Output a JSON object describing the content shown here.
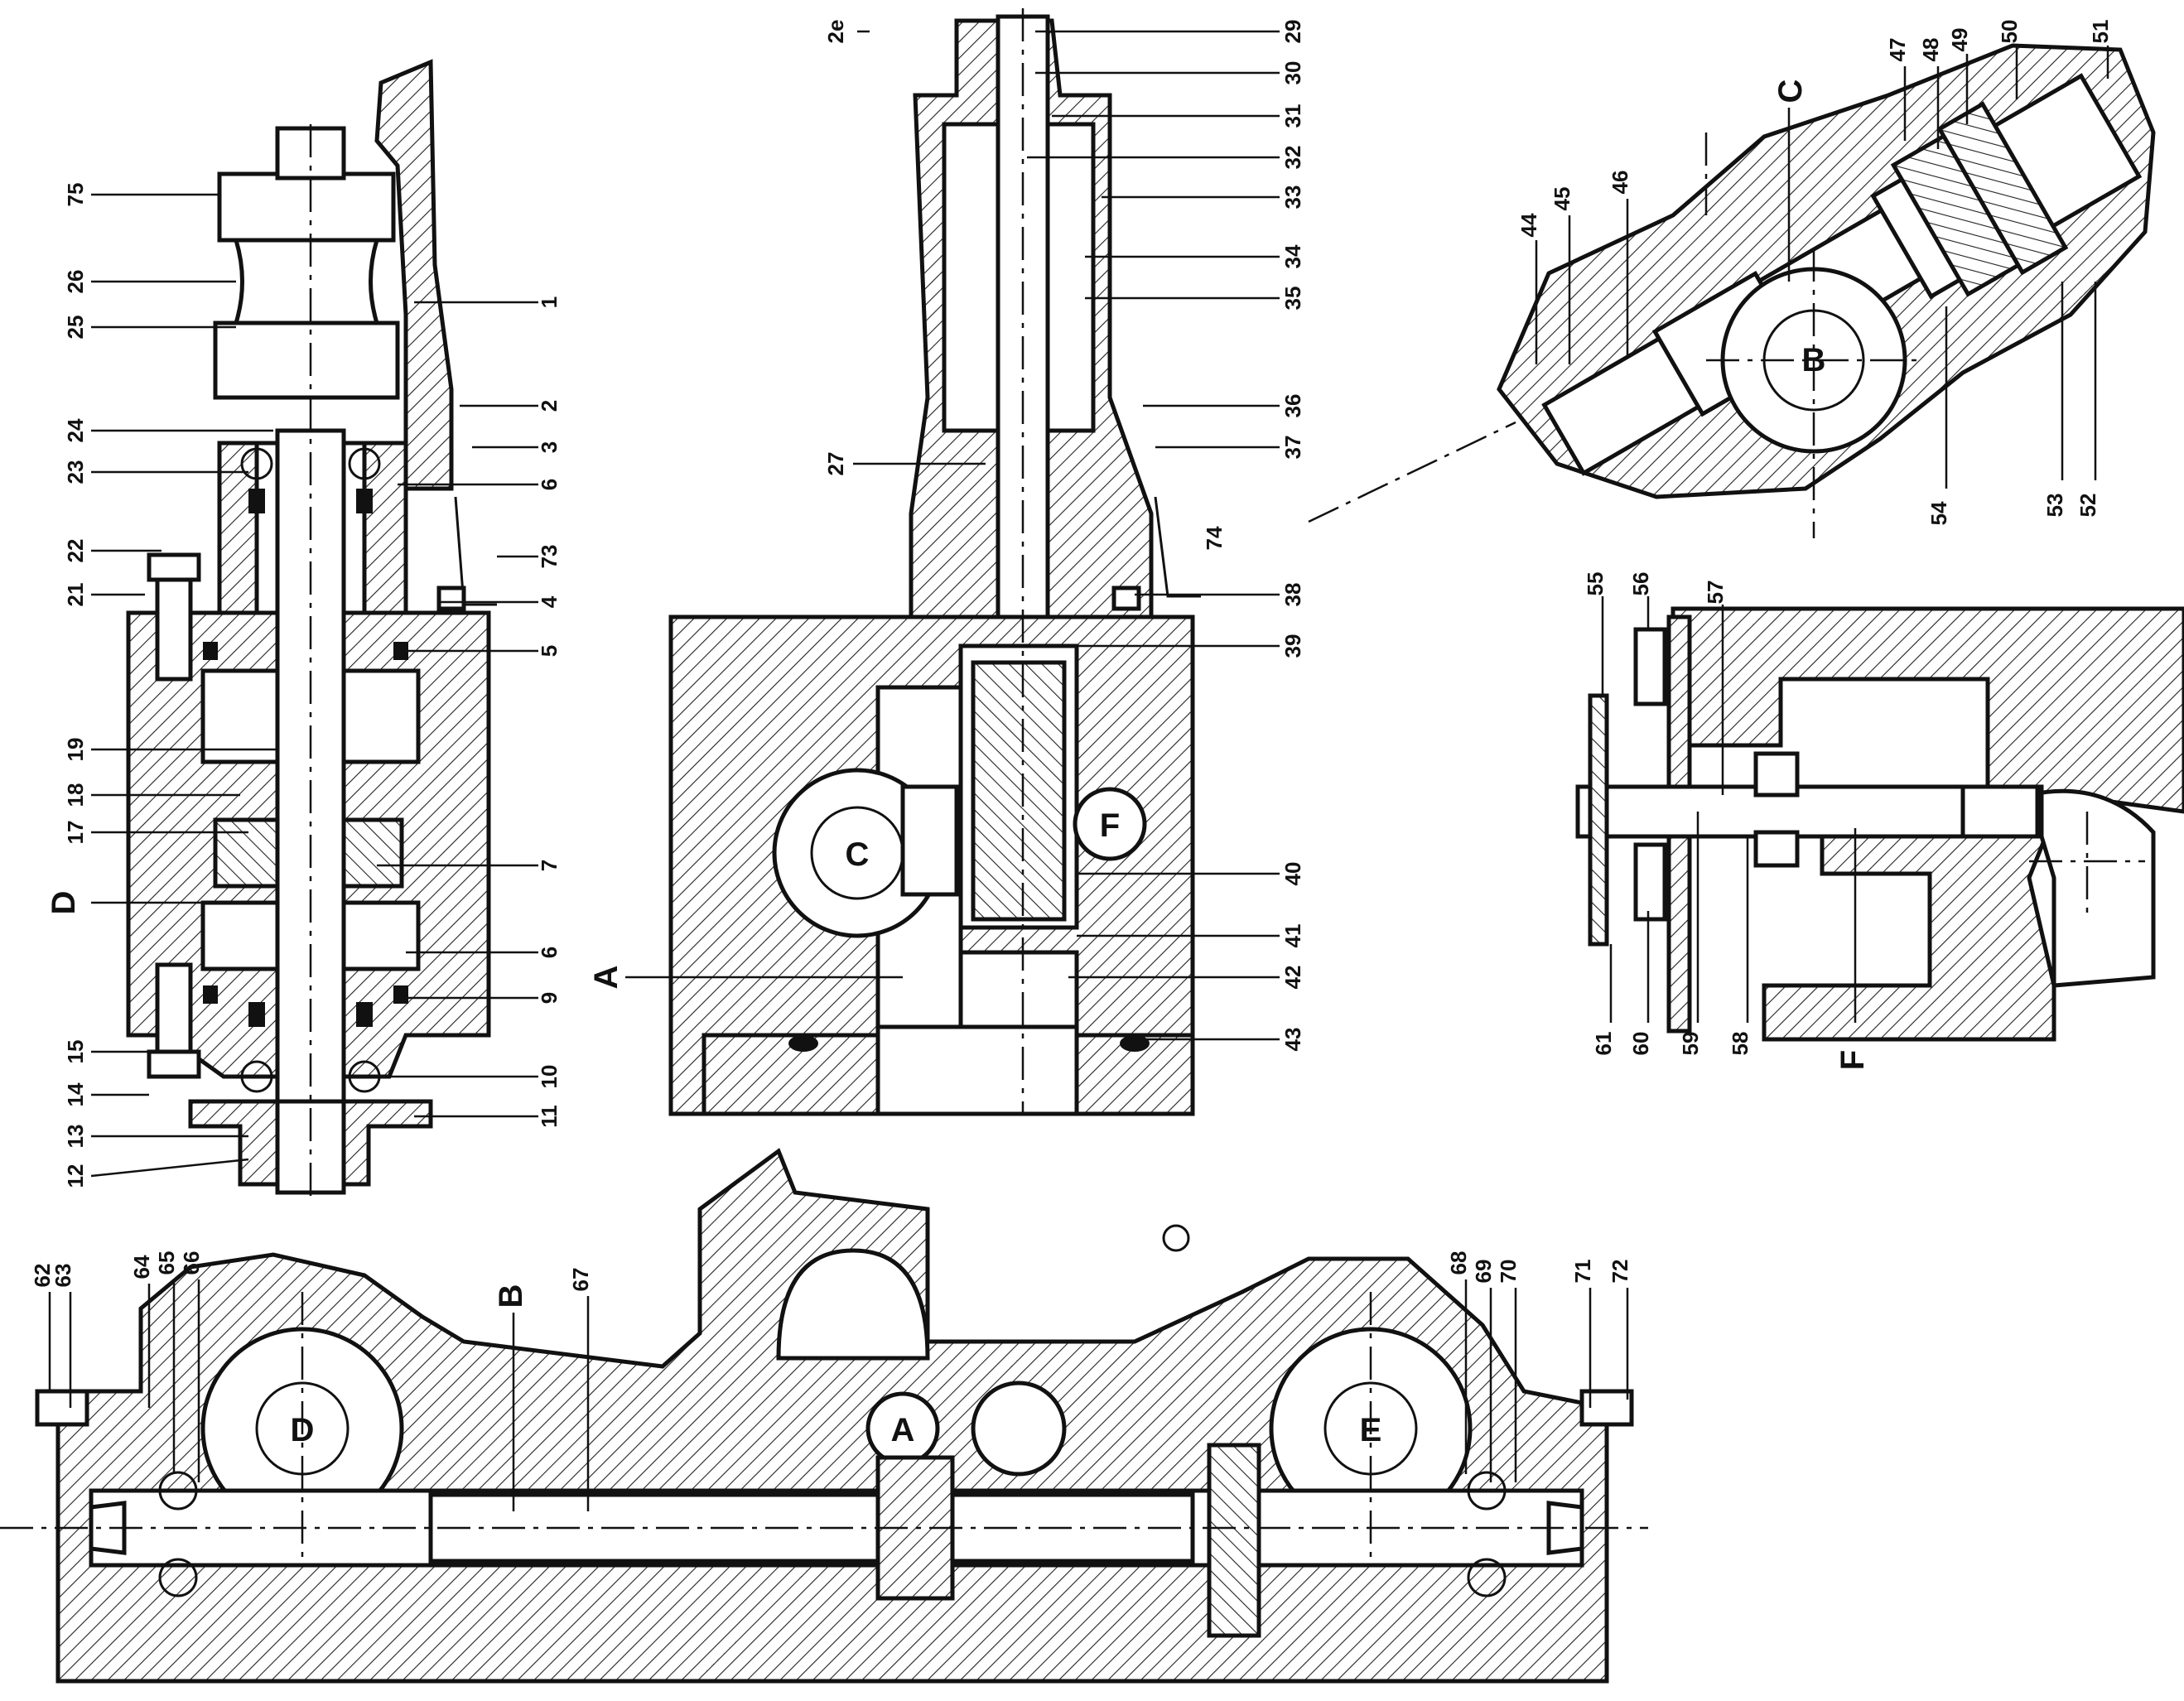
{
  "drawing": {
    "section_letters": [
      "A",
      "B",
      "C",
      "D",
      "F"
    ],
    "markers": [
      "A",
      "B",
      "C",
      "D",
      "E",
      "F"
    ],
    "part_numbers": {
      "left_view": [
        "75",
        "26",
        "25",
        "24",
        "23",
        "22",
        "21",
        "19",
        "18",
        "17",
        "D",
        "15",
        "14",
        "13",
        "12",
        "1",
        "2",
        "3",
        "6",
        "73",
        "4",
        "5",
        "7",
        "6",
        "9",
        "10",
        "11"
      ],
      "center_view": [
        "2e",
        "27",
        "A",
        "29",
        "30",
        "31",
        "32",
        "33",
        "34",
        "35",
        "36",
        "37",
        "74",
        "38",
        "39",
        "40",
        "41",
        "42",
        "43"
      ],
      "top_right_view": [
        "44",
        "45",
        "46",
        "47",
        "48",
        "49",
        "50",
        "51",
        "C",
        "54",
        "53",
        "52"
      ],
      "mid_right_view": [
        "55",
        "56",
        "57",
        "61",
        "60",
        "59",
        "58",
        "F"
      ],
      "bottom_view": [
        "62",
        "63",
        "64",
        "65",
        "66",
        "B",
        "67",
        "68",
        "69",
        "70",
        "71",
        "72"
      ]
    }
  }
}
